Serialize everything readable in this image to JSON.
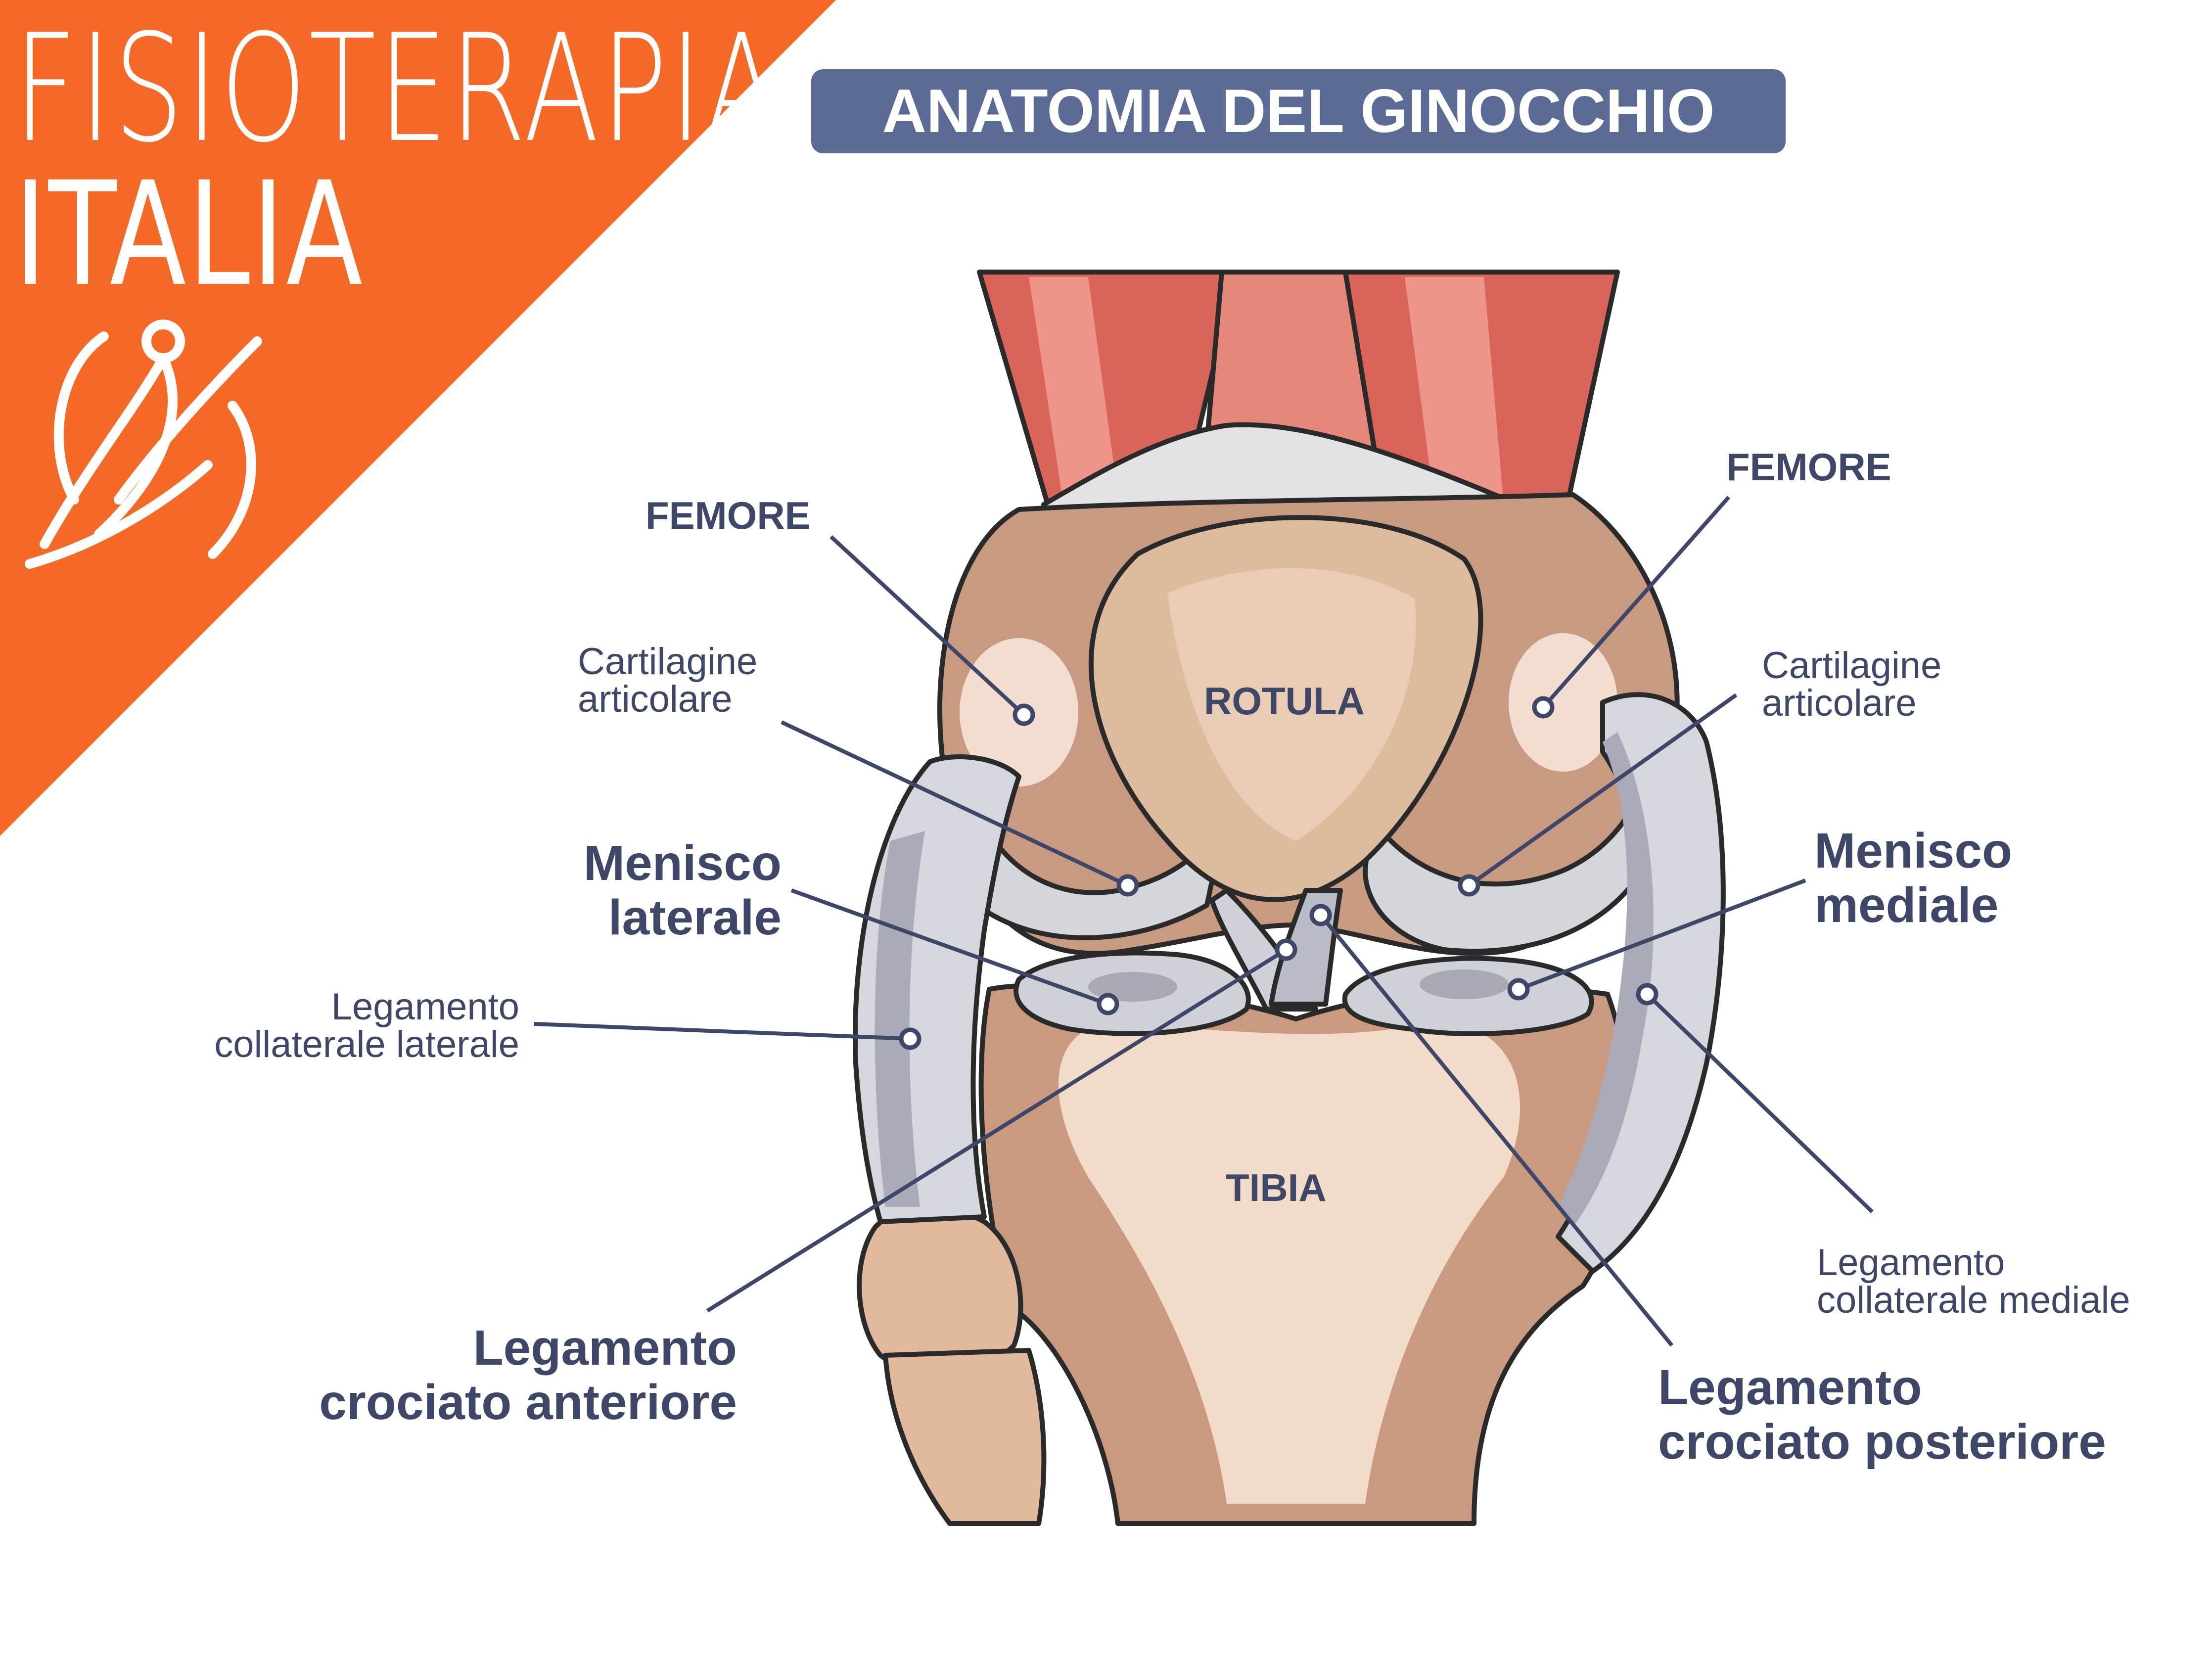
{
  "brand": {
    "line1": "FISIOTERAPIA",
    "line2": "ITALIA"
  },
  "colors": {
    "brand_orange": "#f36925",
    "title_bg": "#5c6b96",
    "label_text": "#3f4768",
    "leader_line": "#3f4768"
  },
  "title": "ANATOMIA DEL GINOCCHIO",
  "labels": {
    "femore_left": "FEMORE",
    "femore_right": "FEMORE",
    "cartilagine_left": [
      "Cartilagine",
      "articolare"
    ],
    "cartilagine_right": [
      "Cartilagine",
      "articolare"
    ],
    "menisco_laterale": [
      "Menisco",
      "laterale"
    ],
    "menisco_mediale": [
      "Menisco",
      "mediale"
    ],
    "rotula": "ROTULA",
    "tibia": "TIBIA",
    "collaterale_laterale": [
      "Legamento",
      "collaterale laterale"
    ],
    "collaterale_mediale": [
      "Legamento",
      "collaterale mediale"
    ],
    "crociato_anteriore": [
      "Legamento",
      "crociato anteriore"
    ],
    "crociato_posteriore": [
      "Legamento",
      "crociato posteriore"
    ]
  }
}
